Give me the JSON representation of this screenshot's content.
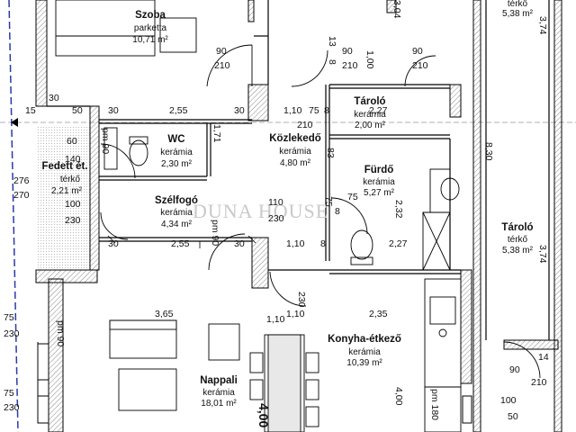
{
  "rooms": {
    "szoba": {
      "name": "Szoba",
      "floor": "parketta",
      "area": "10,71 m²"
    },
    "wc": {
      "name": "WC",
      "floor": "kerámia",
      "area": "2,30 m²"
    },
    "kozlekedo": {
      "name": "Közlekedő",
      "floor": "kerámia",
      "area": "4,80 m²"
    },
    "tarolo_small": {
      "name": "Tároló",
      "floor": "kerámia",
      "area": "2,00 m²"
    },
    "furdo": {
      "name": "Fürdő",
      "floor": "kerámia",
      "area": "5,27 m²"
    },
    "fedett": {
      "name": "Fedett ét.",
      "floor": "térkő",
      "area": "2,21 m²"
    },
    "szelfogo": {
      "name": "Szélfogó",
      "floor": "kerámia",
      "area": "4,34 m²"
    },
    "tarolo_large": {
      "name": "Tároló",
      "floor": "térkő",
      "area": "5,38 m²"
    },
    "tarolo_top": {
      "floor": "térkő",
      "area": "5,38 m²"
    },
    "konyha": {
      "name": "Konyha-étkező",
      "floor": "kerámia",
      "area": "10,39 m²"
    },
    "nappali": {
      "name": "Nappali",
      "floor": "kerámia",
      "area": "18,01 m²"
    }
  },
  "watermark": "DUNA HOUSE",
  "dimensions": [
    {
      "t": "90",
      "s": "dim"
    },
    {
      "t": "210",
      "s": "dim"
    },
    {
      "t": "90",
      "s": "dim"
    },
    {
      "t": "210",
      "s": "dim"
    },
    {
      "t": "90",
      "s": "dim"
    },
    {
      "t": "210",
      "s": "dim"
    },
    {
      "t": "30",
      "s": "dim"
    },
    {
      "t": "15",
      "s": "dim"
    },
    {
      "t": "50",
      "s": "dim"
    },
    {
      "t": "30",
      "s": "dim"
    },
    {
      "t": "2,55",
      "s": "dim"
    },
    {
      "t": "30",
      "s": "dim"
    },
    {
      "t": "1,10",
      "s": "dim"
    },
    {
      "t": "75",
      "s": "dim"
    },
    {
      "t": "8",
      "s": "dim"
    },
    {
      "t": "2,27",
      "s": "dim"
    },
    {
      "t": "210",
      "s": "dim"
    },
    {
      "t": "60",
      "s": "dim"
    },
    {
      "t": "140",
      "s": "dim"
    },
    {
      "t": "276",
      "s": "dim"
    },
    {
      "t": "270",
      "s": "dim"
    },
    {
      "t": "100",
      "s": "dim"
    },
    {
      "t": "230",
      "s": "dim"
    },
    {
      "t": "110",
      "s": "dim"
    },
    {
      "t": "230",
      "s": "dim"
    },
    {
      "t": "75",
      "s": "dim"
    },
    {
      "t": "8",
      "s": "dim"
    },
    {
      "t": "30",
      "s": "dim"
    },
    {
      "t": "2,55",
      "s": "dim"
    },
    {
      "t": "30",
      "s": "dim"
    },
    {
      "t": "1,10",
      "s": "dim"
    },
    {
      "t": "8",
      "s": "dim"
    },
    {
      "t": "2,27",
      "s": "dim"
    },
    {
      "t": "75",
      "s": "dim"
    },
    {
      "t": "230",
      "s": "dim"
    },
    {
      "t": "3,65",
      "s": "dim"
    },
    {
      "t": "1,10",
      "s": "dim"
    },
    {
      "t": "2,35",
      "s": "dim"
    },
    {
      "t": "75",
      "s": "dim"
    },
    {
      "t": "230",
      "s": "dim"
    },
    {
      "t": "90",
      "s": "dim"
    },
    {
      "t": "210",
      "s": "dim"
    },
    {
      "t": "14",
      "s": "dim"
    },
    {
      "t": "100",
      "s": "dim"
    },
    {
      "t": "50",
      "s": "dim"
    },
    {
      "t": "8,30",
      "s": "dim"
    },
    {
      "t": "3,74",
      "s": "dim"
    },
    {
      "t": "3,74",
      "s": "dim"
    },
    {
      "t": "13",
      "s": "dim"
    },
    {
      "t": "1,00",
      "s": "dim"
    },
    {
      "t": "8",
      "s": "dim"
    },
    {
      "t": "3,04",
      "s": "dim"
    },
    {
      "t": "83",
      "s": "dim"
    },
    {
      "t": "75",
      "s": "dim"
    },
    {
      "t": "2,32",
      "s": "dim"
    },
    {
      "t": "1,71",
      "s": "dim"
    },
    {
      "t": "pm 90",
      "s": "dim"
    },
    {
      "t": "pm 90",
      "s": "dim"
    },
    {
      "t": "pm 180",
      "s": "dim"
    },
    {
      "t": "pm 90",
      "s": "dim"
    },
    {
      "t": "4,00",
      "s": "dim"
    },
    {
      "t": "4,00",
      "s": "big"
    },
    {
      "t": "230",
      "s": "dim"
    },
    {
      "t": "1,10",
      "s": "dim"
    }
  ]
}
